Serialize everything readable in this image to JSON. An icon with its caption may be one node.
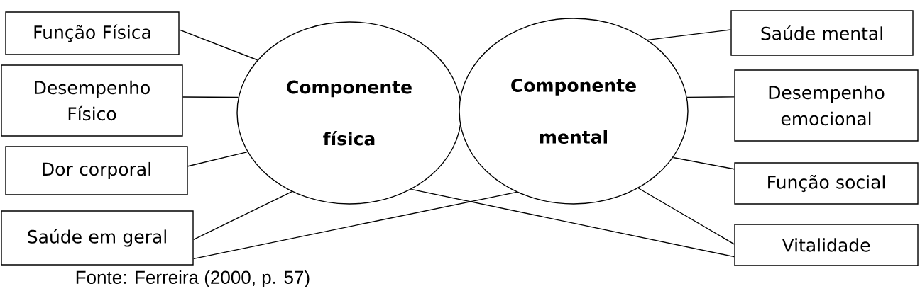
{
  "diagram": {
    "caption": "Fonte: Ferreira (2000, p. 57)",
    "nodes": [
      {
        "text": [
          "Função Física"
        ]
      },
      {
        "text": [
          "Desempenho Físico"
        ]
      },
      {
        "text": [
          "Dor corporal"
        ]
      },
      {
        "text": [
          "Saúde em geral"
        ]
      },
      {
        "text": [
          "Componente física"
        ]
      },
      {
        "text": [
          "Componente mental"
        ]
      },
      {
        "text": [
          "Saúde mental"
        ]
      },
      {
        "text": [
          "Desempenho emocional"
        ]
      },
      {
        "text": [
          "Função social"
        ]
      },
      {
        "text": [
          "Vitalidade"
        ]
      }
    ],
    "edges": [
      {
        "from": 0,
        "to": 4,
        "arrow": "none"
      },
      {
        "from": 1,
        "to": 4,
        "arrow": "none"
      },
      {
        "from": 2,
        "to": 4,
        "arrow": "none"
      },
      {
        "from": 3,
        "to": 4,
        "arrow": "none"
      },
      {
        "from": 3,
        "to": 5,
        "arrow": "none"
      },
      {
        "from": 5,
        "to": 6,
        "arrow": "none"
      },
      {
        "from": 5,
        "to": 7,
        "arrow": "none"
      },
      {
        "from": 5,
        "to": 8,
        "arrow": "none"
      },
      {
        "from": 5,
        "to": 9,
        "arrow": "none"
      },
      {
        "from": 4,
        "to": 9,
        "arrow": "none"
      }
    ]
  }
}
